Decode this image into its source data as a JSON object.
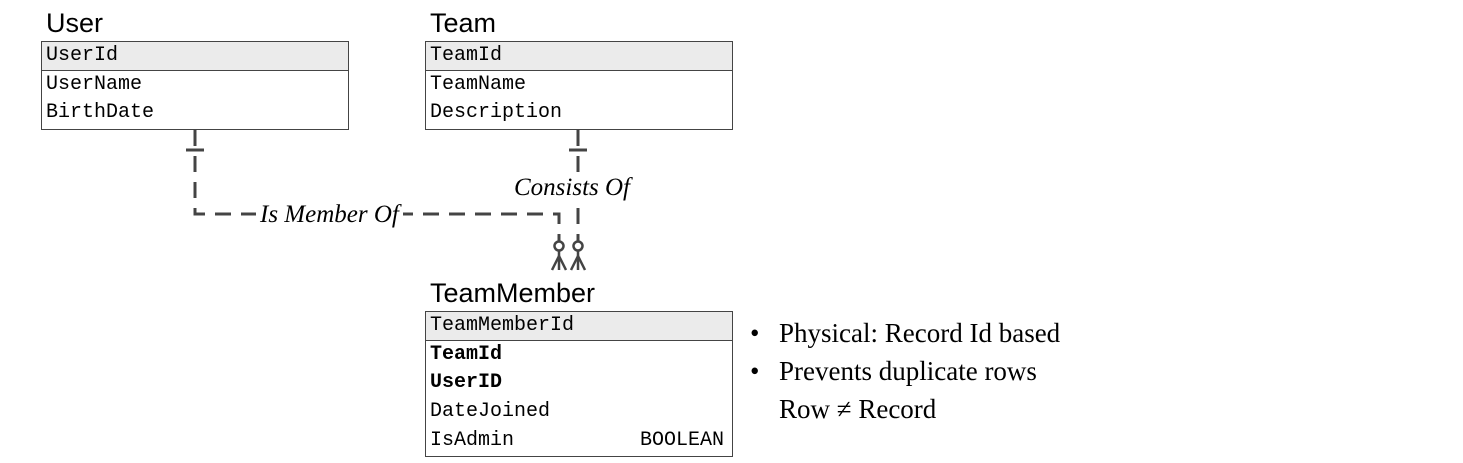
{
  "entities": {
    "user": {
      "title": "User",
      "primary_key": "UserId",
      "fields": [
        "UserName",
        "BirthDate"
      ]
    },
    "team": {
      "title": "Team",
      "primary_key": "TeamId",
      "fields": [
        "TeamName",
        "Description"
      ]
    },
    "team_member": {
      "title": "TeamMember",
      "primary_key": "TeamMemberId",
      "fields": [
        {
          "name": "TeamId",
          "type": "",
          "bold": true
        },
        {
          "name": "UserID",
          "type": "",
          "bold": true
        },
        {
          "name": "DateJoined",
          "type": "",
          "bold": false
        },
        {
          "name": "IsAdmin",
          "type": "BOOLEAN",
          "bold": false
        }
      ]
    }
  },
  "relationships": [
    {
      "label": "Is Member Of",
      "from": "User",
      "to": "TeamMember",
      "from_cardinality": "one",
      "to_cardinality": "zero-or-many"
    },
    {
      "label": "Consists Of",
      "from": "Team",
      "to": "TeamMember",
      "from_cardinality": "one",
      "to_cardinality": "zero-or-many"
    }
  ],
  "notes": {
    "bullet": "•",
    "items": [
      {
        "lines": [
          "Physical: Record Id based"
        ]
      },
      {
        "lines": [
          "Prevents duplicate rows",
          "Row ≠ Record"
        ]
      }
    ]
  },
  "colors": {
    "line": "#444444",
    "pk_fill": "#ebebeb",
    "border": "#444444"
  }
}
